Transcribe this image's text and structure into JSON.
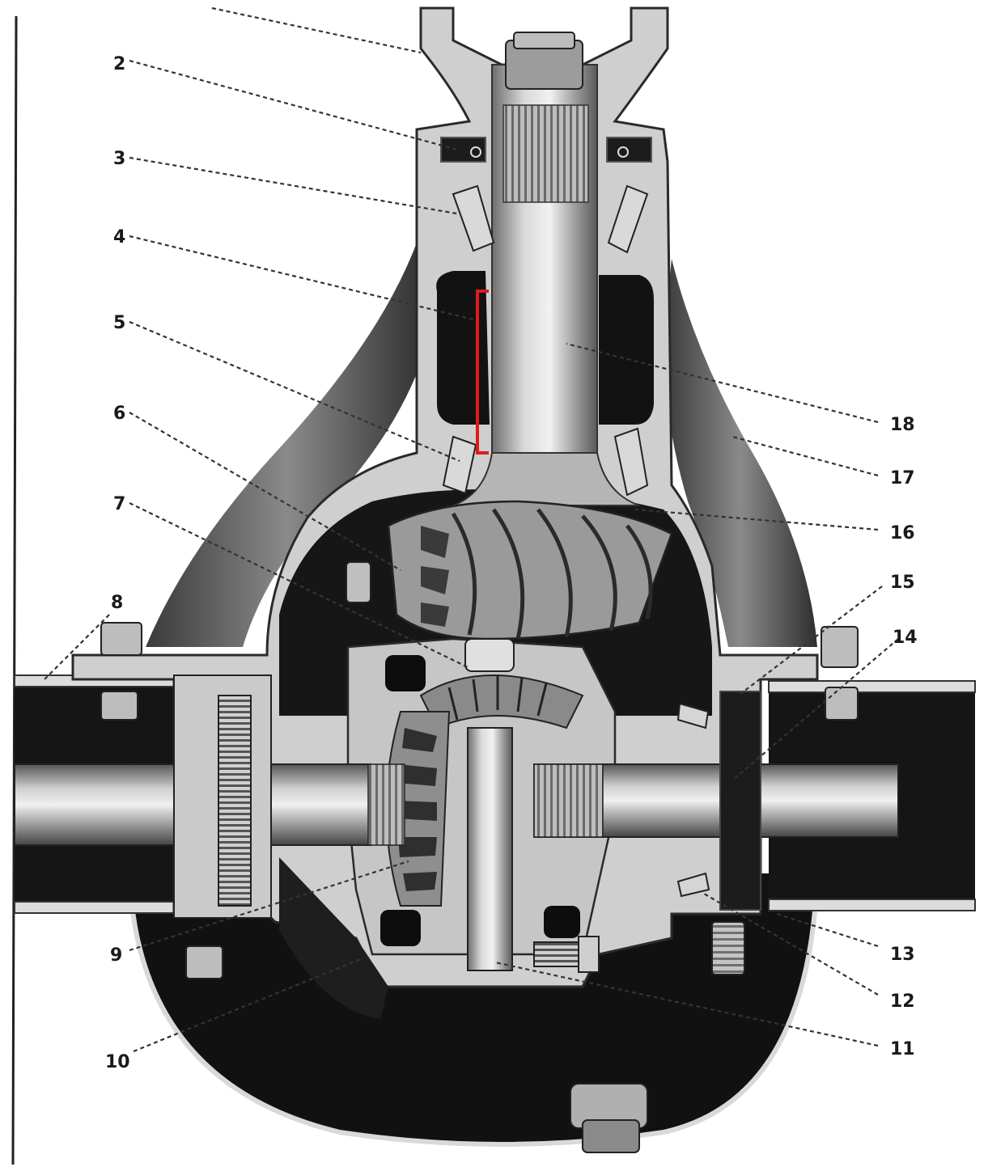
{
  "diagram": {
    "subject": "differential-assembly-cross-section",
    "highlight_color": "#e01b1b",
    "callouts": [
      {
        "label": "",
        "part": "part-1"
      },
      {
        "label": "2",
        "part": "part-2"
      },
      {
        "label": "3",
        "part": "part-3"
      },
      {
        "label": "4",
        "part": "part-4"
      },
      {
        "label": "5",
        "part": "part-5"
      },
      {
        "label": "6",
        "part": "part-6"
      },
      {
        "label": "7",
        "part": "part-7"
      },
      {
        "label": "8",
        "part": "part-8"
      },
      {
        "label": "9",
        "part": "part-9"
      },
      {
        "label": "10",
        "part": "part-10"
      },
      {
        "label": "11",
        "part": "part-11"
      },
      {
        "label": "12",
        "part": "part-12"
      },
      {
        "label": "13",
        "part": "part-13"
      },
      {
        "label": "14",
        "part": "part-14"
      },
      {
        "label": "15",
        "part": "part-15"
      },
      {
        "label": "16",
        "part": "part-16"
      },
      {
        "label": "17",
        "part": "part-17"
      },
      {
        "label": "18",
        "part": "part-18"
      }
    ]
  }
}
